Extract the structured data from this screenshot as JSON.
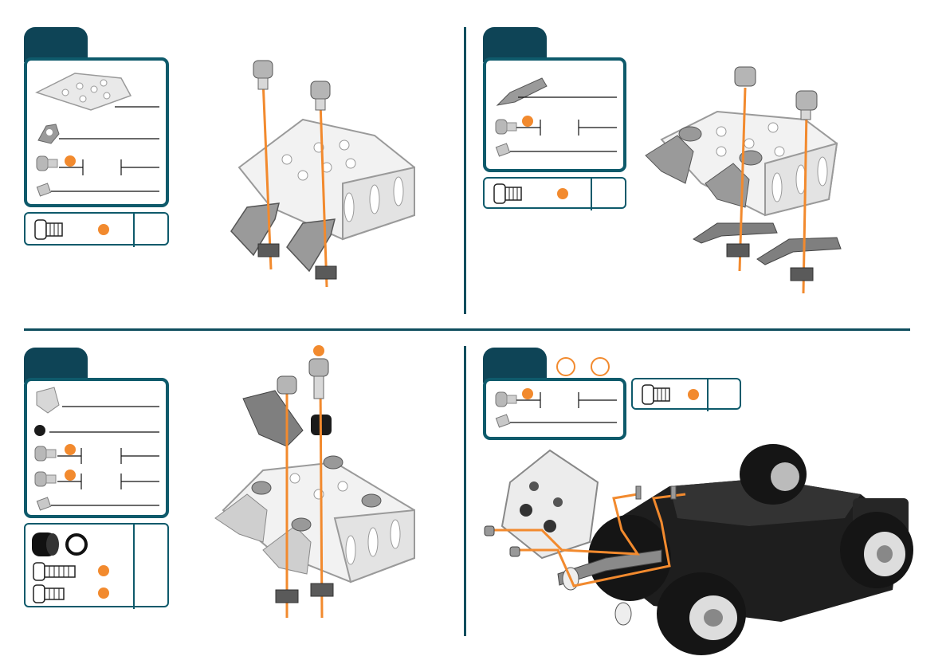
{
  "colors": {
    "teal_dark": "#0e4456",
    "teal_border": "#0e5a6b",
    "orange": "#f28a2e",
    "metal_light": "#e6e6e6",
    "metal_dark": "#8a8a8a",
    "rubber": "#1b1b1b"
  },
  "steps": [
    {
      "id": "step-1",
      "parts": [
        "flanged-plate",
        "double-angle-strip",
        "bolt",
        "nut"
      ]
    },
    {
      "id": "step-2",
      "parts": [
        "double-angle-strip",
        "bolt",
        "nut"
      ]
    },
    {
      "id": "step-3",
      "parts": [
        "trunnion",
        "collar",
        "bolt",
        "bolt",
        "nut"
      ]
    },
    {
      "id": "step-4",
      "parts": [
        "bolt",
        "nut"
      ]
    }
  ]
}
